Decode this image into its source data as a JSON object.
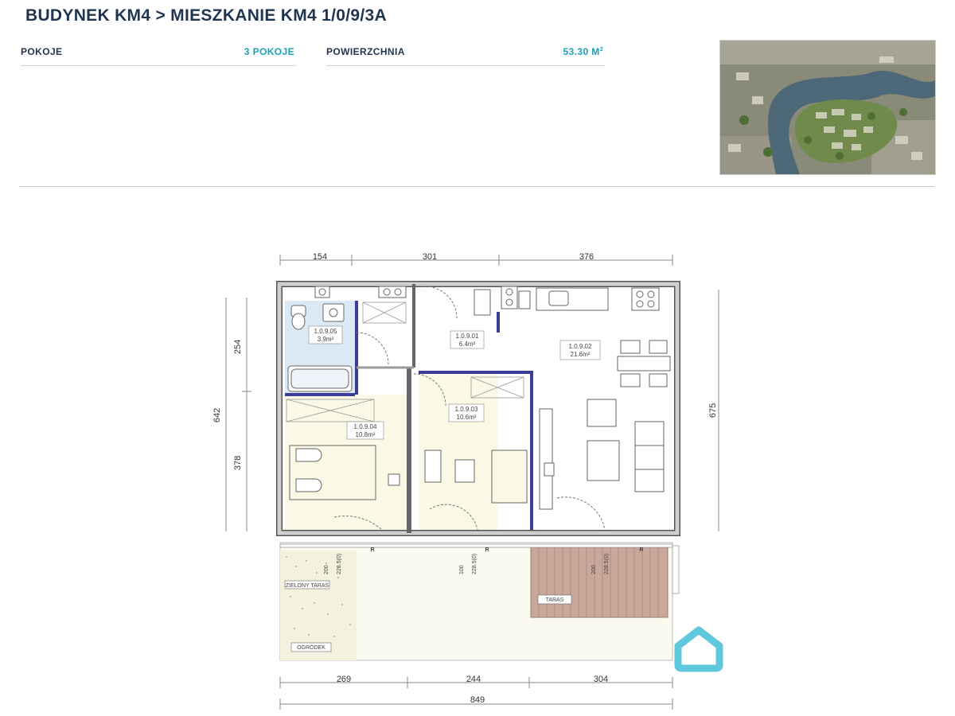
{
  "header": {
    "title": "BUDYNEK KM4 > MIESZKANIE KM4 1/0/9/3A"
  },
  "properties": {
    "rooms_label": "POKOJE",
    "rooms_value": "3 POKOJE",
    "area_label": "POWIERZCHNIA",
    "area_value": "53.30 M",
    "area_unit_sup": "2"
  },
  "plan": {
    "dims_top": [
      "154",
      "301",
      "376"
    ],
    "dims_bottom": [
      "269",
      "244",
      "304"
    ],
    "dim_total": "849",
    "dims_left": [
      "254",
      "378"
    ],
    "dim_left_total": "642",
    "dim_right": "675",
    "rooms": [
      {
        "id": "1.0.9.05",
        "area": "3.9m²"
      },
      {
        "id": "1.0.9.01",
        "area": "6.4m²"
      },
      {
        "id": "1.0.9.02",
        "area": "21.6m²"
      },
      {
        "id": "1.0.9.04",
        "area": "10.8m²"
      },
      {
        "id": "1.0.9.03",
        "area": "10.6m²"
      }
    ],
    "outdoor": {
      "green_terrace": "ZIELONY TARAS",
      "garden": "OGRÓDEK",
      "terrace": "TARAS",
      "window_marker": "R",
      "window_dims": [
        "200",
        "228.5(0)",
        "100",
        "228.5(0)",
        "200",
        "228.5(0)"
      ]
    }
  },
  "colors": {
    "accent_teal": "#1aa1b8",
    "title_navy": "#1f3550",
    "bathroom_fill": "#dbe9f5",
    "room_fill": "#fbf8e6",
    "wall_blue": "#3a3d9a",
    "terrace_fill": "#c9a79a",
    "watermark": "#5fc8dd"
  }
}
